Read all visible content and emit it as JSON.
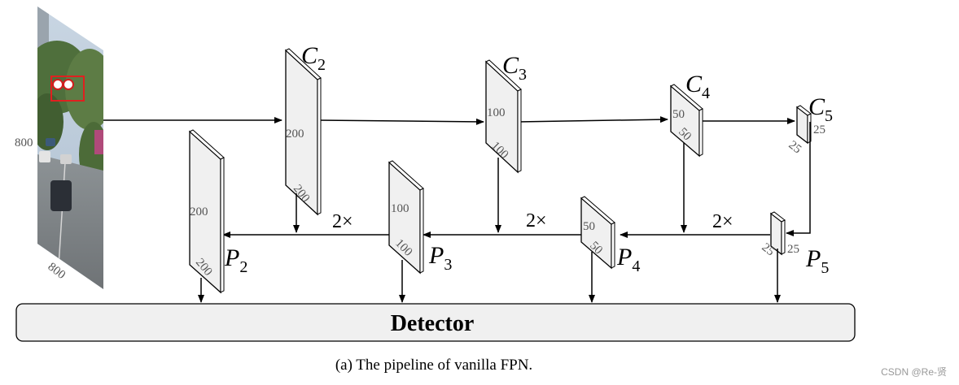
{
  "input_image": {
    "dim_height": "800",
    "dim_width": "800"
  },
  "nodes": {
    "C2": {
      "base": "C",
      "sub": "2",
      "dim_a": "200",
      "dim_b": "200"
    },
    "C3": {
      "base": "C",
      "sub": "3",
      "dim_a": "100",
      "dim_b": "100"
    },
    "C4": {
      "base": "C",
      "sub": "4",
      "dim_a": "50",
      "dim_b": "50"
    },
    "C5": {
      "base": "C",
      "sub": "5",
      "dim_a": "25",
      "dim_b": "25"
    },
    "P2": {
      "base": "P",
      "sub": "2",
      "dim_a": "200",
      "dim_b": "200"
    },
    "P3": {
      "base": "P",
      "sub": "3",
      "dim_a": "100",
      "dim_b": "100"
    },
    "P4": {
      "base": "P",
      "sub": "4",
      "dim_a": "50",
      "dim_b": "50"
    },
    "P5": {
      "base": "P",
      "sub": "5",
      "dim_a": "25",
      "dim_b": "25"
    }
  },
  "upsample_labels": [
    "2×",
    "2×",
    "2×"
  ],
  "detector": {
    "label": "Detector"
  },
  "caption": "(a) The pipeline of vanilla FPN.",
  "watermark": "CSDN @Re-贤"
}
